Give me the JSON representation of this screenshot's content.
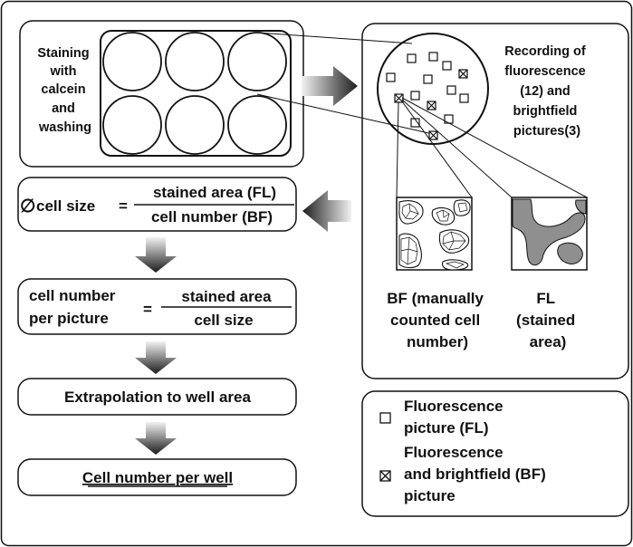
{
  "staining_box": {
    "lines": [
      "Staining",
      "with",
      "calcein",
      "and",
      "washing"
    ]
  },
  "recording_box": {
    "lines": [
      "Recording of",
      "fluorescence",
      "(12) and",
      "brightfield",
      "pictures(3)"
    ]
  },
  "cell_size_formula": {
    "lhs_symbol": "∅",
    "lhs": "cell size",
    "equals": "=",
    "numerator": "stained area (FL)",
    "denominator": "cell number (BF)"
  },
  "cell_number_formula": {
    "lhs_line1": "cell number",
    "lhs_line2": "per picture",
    "equals": "=",
    "numerator": "stained area",
    "denominator": "cell size"
  },
  "extrapolation": {
    "label": "Extrapolation to well area"
  },
  "result": {
    "label": "Cell number per well"
  },
  "bf_caption": {
    "lines": [
      "BF (manually",
      "counted cell",
      "number)"
    ]
  },
  "fl_caption": {
    "lines": [
      "FL",
      "(stained",
      "area)"
    ]
  },
  "legend": {
    "fl_lines": [
      "Fluorescence",
      "picture (FL)"
    ],
    "flbf_lines": [
      "Fluorescence",
      "and brightfield (BF)",
      "picture"
    ]
  },
  "colors": {
    "stroke": "#111111",
    "stain_gray": "#8f8f8f",
    "bf_fill": "#ffffff",
    "arrow_dark": "#222222",
    "arrow_light": "#f2f2f2"
  }
}
